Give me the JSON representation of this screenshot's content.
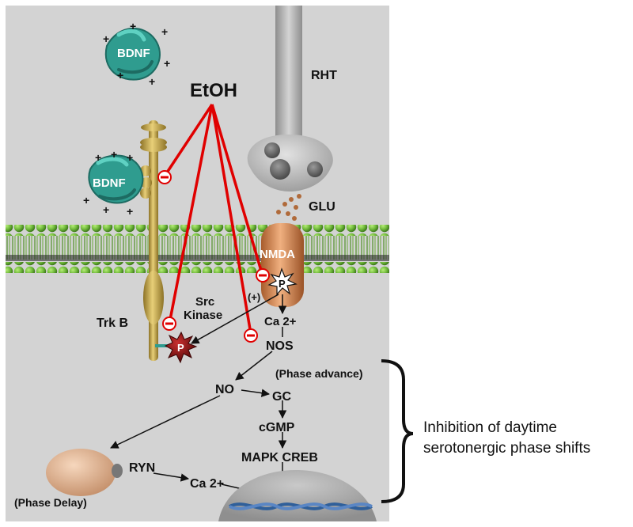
{
  "labels": {
    "bdnf_top": "BDNF",
    "bdnf_side": "BDNF",
    "etoh": "EtOH",
    "rht": "RHT",
    "glu": "GLU",
    "nmda": "NMDA",
    "p_nmda": "P",
    "p_src": "P",
    "plus_sign": "(+)",
    "src_line1": "Src",
    "src_line2": "Kinase",
    "trkb": "Trk B",
    "ca_upper": "Ca 2+",
    "nos": "NOS",
    "phase_advance": "(Phase advance)",
    "no": "NO",
    "gc": "GC",
    "cgmp": "cGMP",
    "mapk_creb": "MAPK CREB",
    "ryn": "RYN",
    "ca_lower": "Ca 2+",
    "phase_delay": "(Phase Delay)"
  },
  "side_text": {
    "line1": "Inhibition of daytime",
    "line2": "serotonergic phase shifts"
  },
  "colors": {
    "background_panel": "#d3d3d3",
    "membrane_green": "#7dc242",
    "bdnf_teal": "#2f9c8f",
    "trkb_gold": "#c9a94a",
    "nmda_orange": "#d98a55",
    "inhibit_red": "#e00000",
    "src_kinase_darkred": "#8a1010"
  }
}
